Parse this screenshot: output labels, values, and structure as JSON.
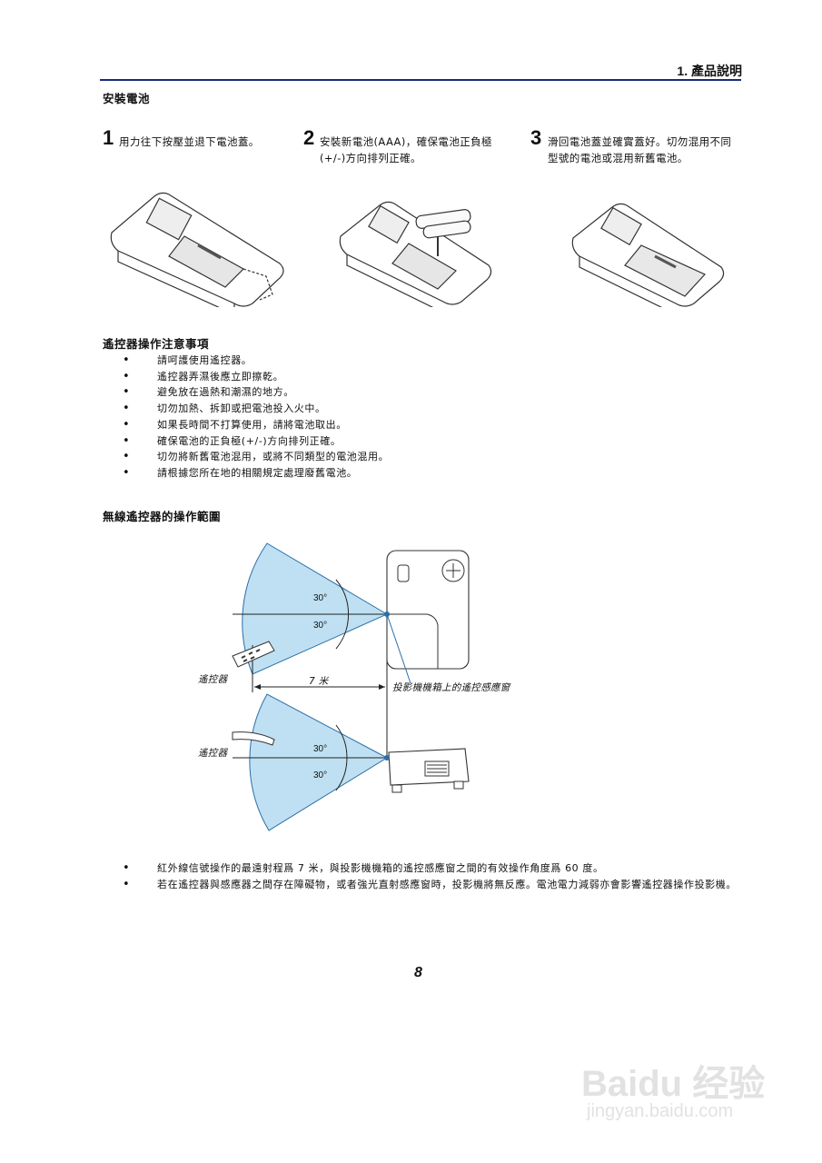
{
  "header": {
    "chapter": "1. 產品說明"
  },
  "battery": {
    "title": "安裝電池",
    "steps": [
      {
        "num": "1",
        "text": "用力往下按壓並退下電池蓋。"
      },
      {
        "num": "2",
        "text": "安裝新電池(AAA)，確保電池正負極(+/-)方向排列正確。"
      },
      {
        "num": "3",
        "text": "滑回電池蓋並確實蓋好。切勿混用不同型號的電池或混用新舊電池。"
      }
    ]
  },
  "precautions": {
    "title": "遙控器操作注意事項",
    "items": [
      "請呵護使用遙控器。",
      "遙控器弄濕後應立即擦乾。",
      "避免放在過熱和潮濕的地方。",
      "切勿加熱、拆卸或把電池投入火中。",
      "如果長時間不打算使用，請將電池取出。",
      "確保電池的正負極(+/-)方向排列正確。",
      "切勿將新舊電池混用，或將不同類型的電池混用。",
      "請根據您所在地的相關規定處理廢舊電池。"
    ]
  },
  "range": {
    "title": "無線遙控器的操作範圍",
    "diagram": {
      "remote_label_top": "遙控器",
      "remote_label_bottom": "遙控器",
      "distance": "7 米",
      "sensor_label": "投影機機箱上的遙控感應窗",
      "angle_top_upper": "30°",
      "angle_top_lower": "30°",
      "angle_bottom_upper": "30°",
      "angle_bottom_lower": "30°"
    },
    "notes": [
      "紅外線信號操作的最遠射程爲 7 米，與投影機機箱的遙控感應窗之間的有效操作角度爲 60 度。",
      "若在遙控器與感應器之間存在障礙物，或者強光直射感應窗時，投影機將無反應。電池電力減弱亦會影響遙控器操作投影機。"
    ]
  },
  "page_number": "8",
  "watermark": {
    "brand": "Baidu 经验",
    "url": "jingyan.baidu.com"
  },
  "colors": {
    "rule": "#1b2a78",
    "beam": "#bfe0f2",
    "beam_stroke": "#2a6ea8"
  }
}
